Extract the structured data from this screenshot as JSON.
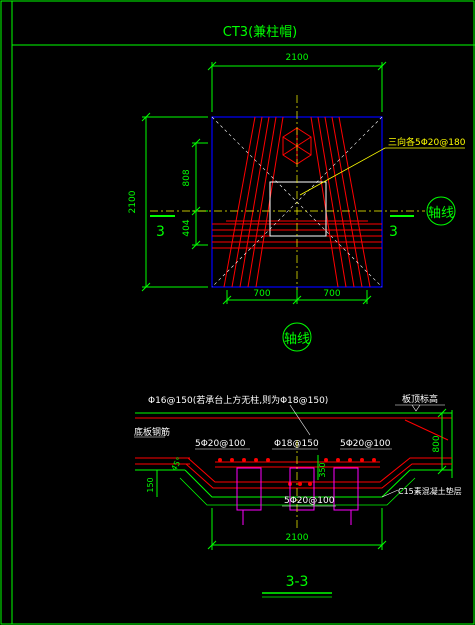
{
  "title": "CT3(兼柱帽)",
  "plan": {
    "dim_top": "2100",
    "dim_left": "2100",
    "dim_upper": "808",
    "dim_lower": "404",
    "dim_bottom_left": "700",
    "dim_bottom_right": "700",
    "rebar_note": "三向各5Φ20@180",
    "section_mark_left": "3",
    "section_mark_right": "3",
    "axis_label_right": "轴线",
    "axis_label_bottom": "轴线"
  },
  "section": {
    "top_note": "Φ16@150(若承台上方无柱,则为Φ18@150)",
    "slab_label": "底板钢筋",
    "finish_label": "板顶标高",
    "rebar_left": "5Φ20@100",
    "rebar_center": "Φ18@150",
    "rebar_right": "5Φ20@100",
    "rebar_bottom": "5Φ20@100",
    "dim_right": "800",
    "dim_left_small": "150",
    "angle": "45°",
    "dim_mid": "350",
    "dim_bottom": "2100",
    "cushion_label": "C15素混凝土垫层",
    "section_title": "3-3"
  },
  "colors": {
    "frame": "#00ff00",
    "text": "#00ff00",
    "rebar": "#ff0000",
    "outline": "#0000ff",
    "dimension": "#ffff00",
    "column": "#ff00ff"
  }
}
